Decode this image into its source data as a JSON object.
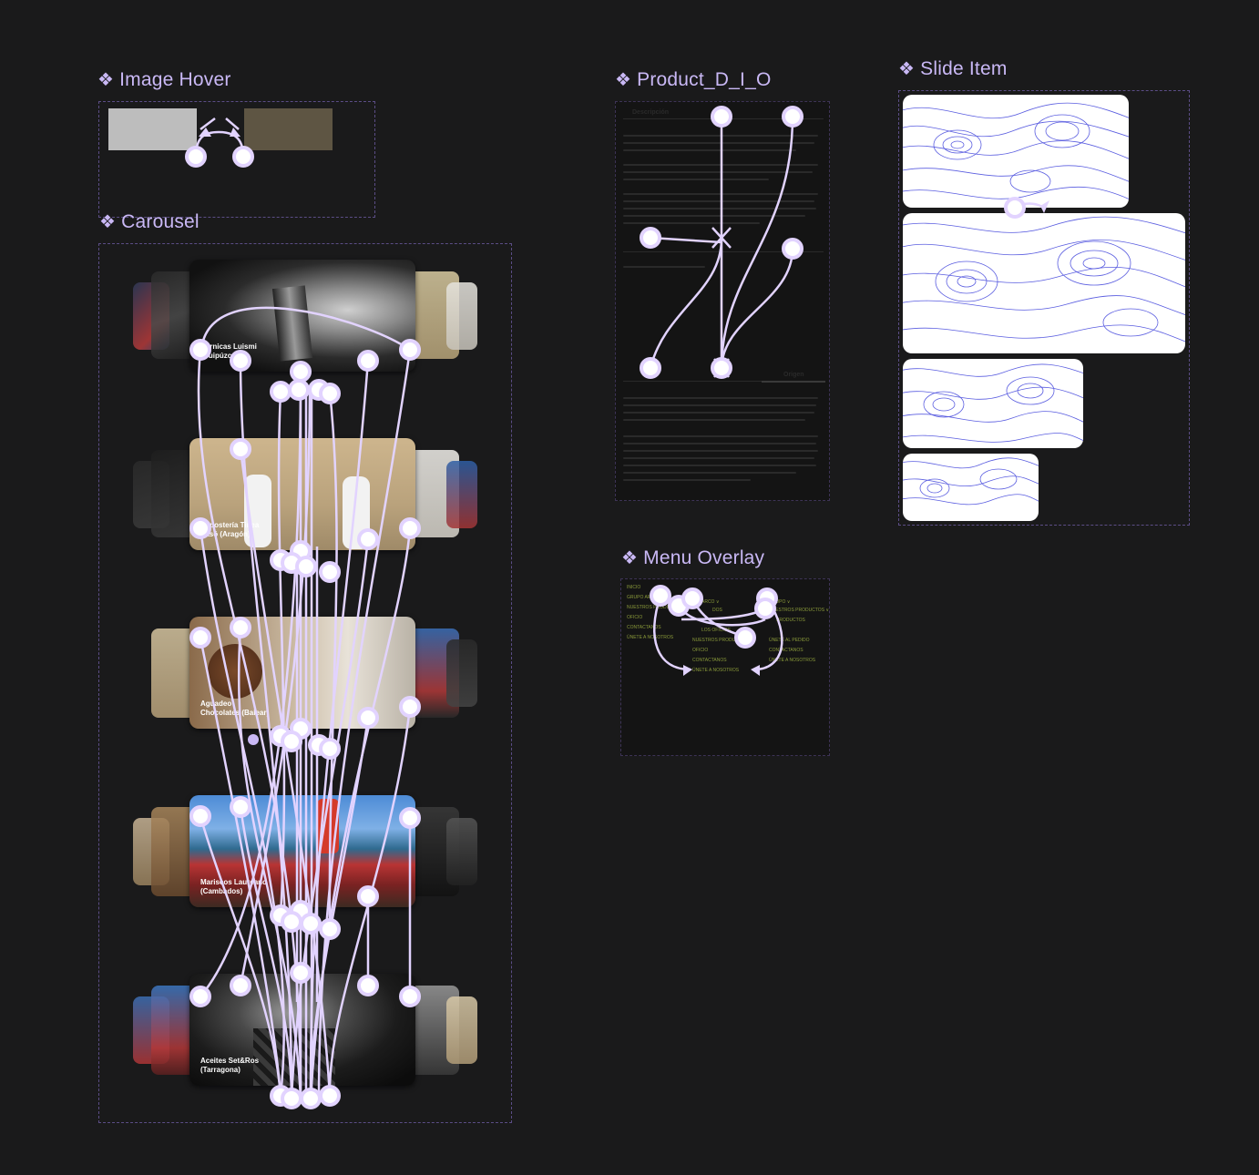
{
  "components": {
    "image_hover": {
      "title": "Image Hover"
    },
    "carousel": {
      "title": "Carousel",
      "cards": [
        {
          "caption_line1": "Cárnicas Luismi",
          "caption_line2": "(Guipúzcoa)"
        },
        {
          "caption_line1": "Repostería Tinea",
          "caption_line2": "Pasó (Aragón)"
        },
        {
          "caption_line1": "Aguadeo",
          "caption_line2": "Chocolates (Balear)"
        },
        {
          "caption_line1": "Mariscos Laureano",
          "caption_line2": "(Cambados)"
        },
        {
          "caption_line1": "Aceites Set&Ros",
          "caption_line2": "(Tarragona)"
        }
      ]
    },
    "product": {
      "title": "Product_D_I_O",
      "tab_top": "Descripción",
      "tab_mid": "Origen",
      "tab_bottom_active": "Origen"
    },
    "menu_overlay": {
      "title": "Menu Overlay",
      "col1": [
        "INICIO",
        "GRUPO ARCO ∨",
        "NUESTROS PRODUCTOS",
        "OFICIO",
        "CONTACTANOS",
        "ÚNETE A NOSOTROS"
      ],
      "col2": [
        "ARCO ∨",
        "DOS",
        "LOS OFICIOS",
        "NUESTROS PRODUCTOS",
        "OFICIO",
        "CONTACTANOS",
        "ÚNETE A NOSOTROS"
      ],
      "col3": [
        "GRUPO ∨",
        "NUESTROS PRODUCTOS ∨",
        "PRODUCTOS",
        "ÚNETE AL PEDIDO",
        "CONTACTANOS",
        "ÚNETE A NOSOTROS"
      ]
    },
    "slide_item": {
      "title": "Slide Item"
    }
  },
  "colors": {
    "background": "#1a1a1b",
    "accent": "#c9b8f5",
    "connector": "#e2d3ff",
    "frame_border": "#5b4d86",
    "topo_line": "#5a5de0"
  }
}
